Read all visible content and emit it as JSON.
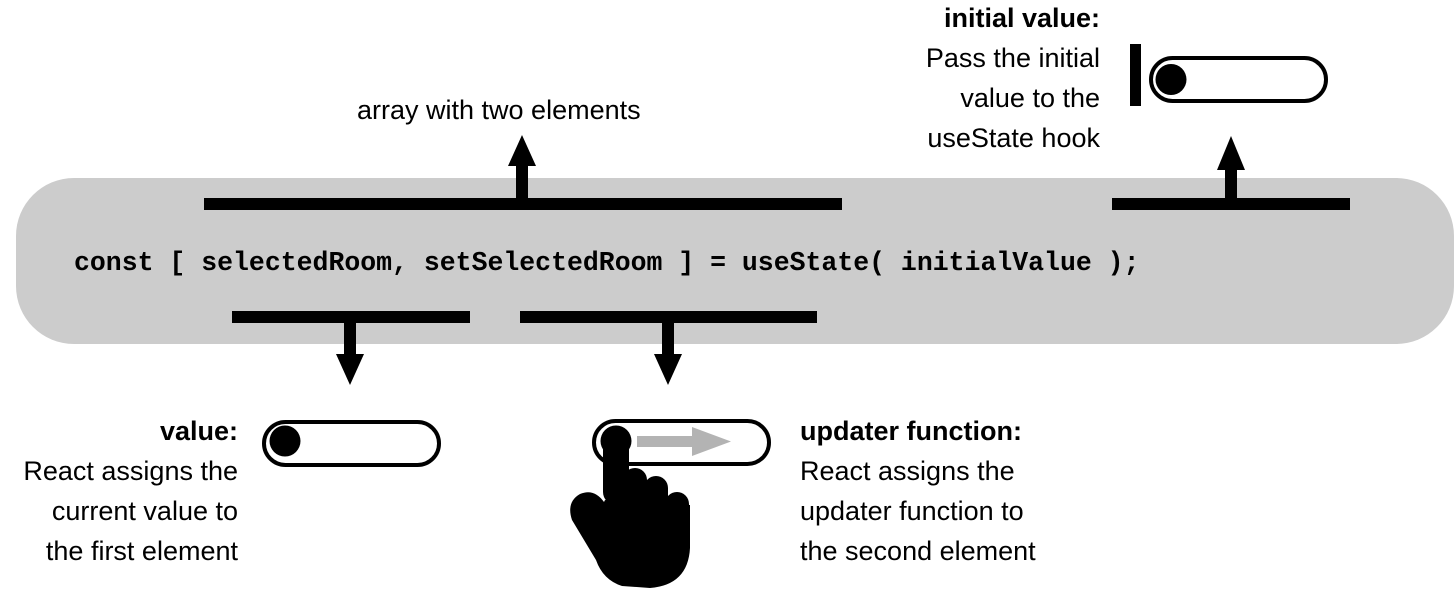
{
  "code": "const [ selectedRoom, setSelectedRoom ] = useState( initialValue );",
  "array_label": "array with two elements",
  "initial_value": {
    "title": "initial value:",
    "lines": [
      "Pass the initial",
      "value to the",
      "useState hook"
    ]
  },
  "value": {
    "title": "value:",
    "lines": [
      "React assigns the",
      "current value to",
      "the first element"
    ]
  },
  "updater": {
    "title": "updater function:",
    "lines": [
      "React assigns the",
      "updater function to",
      "the second element"
    ]
  },
  "colors": {
    "code_background": "#cccccc",
    "ink": "#000000",
    "updater_arrow": "#b3b3b3"
  },
  "icons": [
    "toggle-switch-icon",
    "pointing-hand-icon",
    "right-arrow-icon"
  ]
}
